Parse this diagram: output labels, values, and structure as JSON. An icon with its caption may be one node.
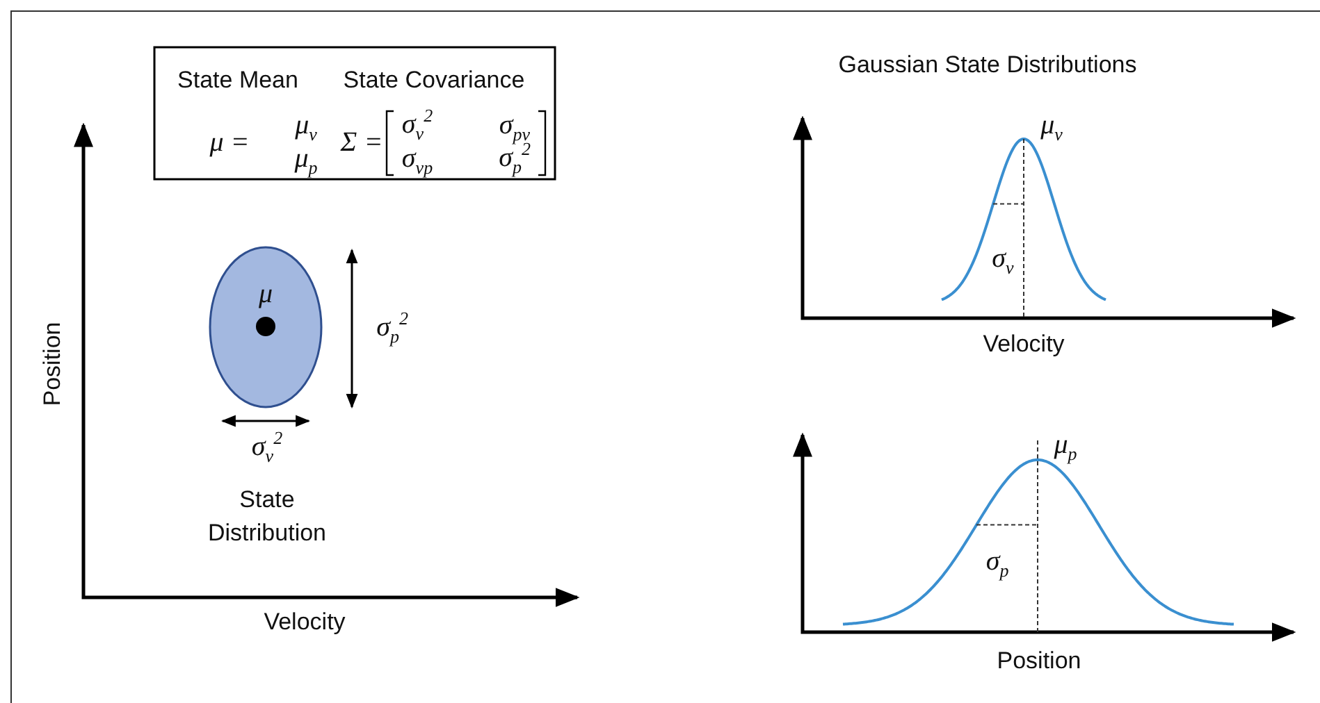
{
  "diagram": {
    "nodes": [
      {
        "text": [
          "State Mean",
          "μ =",
          "μ$_{v}$",
          "μ$_{p}$",
          "State Covariance",
          "Σ =",
          "σ$_{v}$$^{2}$",
          "σ$_{pv}$",
          "σ$_{vp}$",
          "σ$_{p}$$^{2}$"
        ]
      },
      {
        "text": [
          "μ"
        ]
      }
    ],
    "edges": [],
    "labels": [
      "Gaussian State Distributions",
      "μ$_{v}$",
      "σ$_{p}$$^{2}$",
      "σ$_{v}$",
      "Position",
      "Velocity",
      "σ$_{v}$$^{2}$",
      "μ$_{p}$",
      "State Distribution",
      "σ$_{p}$",
      "Velocity",
      "Position"
    ]
  }
}
